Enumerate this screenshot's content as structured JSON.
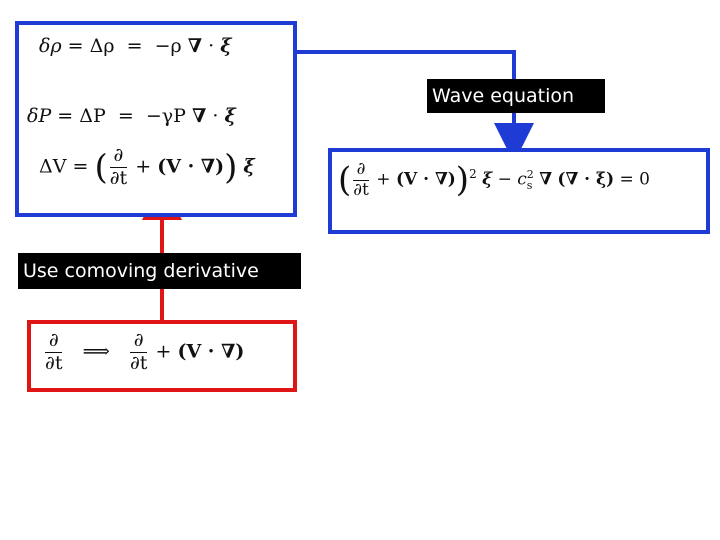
{
  "labels": {
    "wave_equation": "Wave equation",
    "comoving": "Use comoving derivative"
  },
  "equations": {
    "density": {
      "lhs": "δρ",
      "eq1": "=",
      "mid": "Δρ",
      "eq2": "=",
      "rhs": "−ρ",
      "nabla": "∇",
      "dot": "·",
      "xi": "ξ"
    },
    "pressure": {
      "lhs": "δP",
      "eq1": "=",
      "mid": "ΔP",
      "eq2": "=",
      "rhs": "−γP",
      "nabla": "∇",
      "dot": "·",
      "xi": "ξ"
    },
    "velocity": {
      "lhs": "ΔV",
      "eq": "=",
      "partial": "∂",
      "dt": "∂t",
      "plus": "+",
      "vgrad": "(V · ∇)",
      "xi": "ξ"
    },
    "wave": {
      "partial": "∂",
      "dt": "∂t",
      "plus": "+",
      "vgrad": "(V · ∇)",
      "power": "2",
      "xi": "ξ",
      "minus": "−",
      "cs": "c",
      "cs_sup": "2",
      "cs_sub": "s",
      "nabla": "∇",
      "divxi": "(∇ · ξ)",
      "equals_zero": "= 0"
    },
    "comoving": {
      "partial": "∂",
      "dt": "∂t",
      "implies": "⟹",
      "plus": "+",
      "vgrad": "(V · ∇)"
    }
  },
  "colors": {
    "blue": "#1f3bd6",
    "red": "#e01515"
  }
}
